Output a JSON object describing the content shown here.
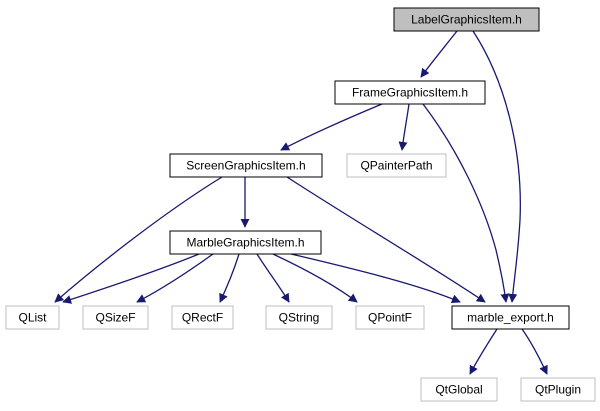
{
  "graph": {
    "nodes": {
      "label_graphics_item": {
        "label": "LabelGraphicsItem.h",
        "style": "focus"
      },
      "frame_graphics_item": {
        "label": "FrameGraphicsItem.h",
        "style": "header"
      },
      "qpainterpath": {
        "label": "QPainterPath",
        "style": "external"
      },
      "screen_graphics_item": {
        "label": "ScreenGraphicsItem.h",
        "style": "header"
      },
      "marble_graphics_item": {
        "label": "MarbleGraphicsItem.h",
        "style": "header"
      },
      "qlist": {
        "label": "QList",
        "style": "external"
      },
      "qsizef": {
        "label": "QSizeF",
        "style": "external"
      },
      "qrectf": {
        "label": "QRectF",
        "style": "external"
      },
      "qstring": {
        "label": "QString",
        "style": "external"
      },
      "qpointf": {
        "label": "QPointF",
        "style": "external"
      },
      "marble_export": {
        "label": "marble_export.h",
        "style": "header"
      },
      "qtglobal": {
        "label": "QtGlobal",
        "style": "external"
      },
      "qtplugin": {
        "label": "QtPlugin",
        "style": "external"
      }
    },
    "edges": [
      {
        "from": "label_graphics_item",
        "to": "frame_graphics_item"
      },
      {
        "from": "label_graphics_item",
        "to": "marble_export"
      },
      {
        "from": "frame_graphics_item",
        "to": "screen_graphics_item"
      },
      {
        "from": "frame_graphics_item",
        "to": "qpainterpath"
      },
      {
        "from": "frame_graphics_item",
        "to": "marble_export"
      },
      {
        "from": "screen_graphics_item",
        "to": "marble_graphics_item"
      },
      {
        "from": "screen_graphics_item",
        "to": "qlist"
      },
      {
        "from": "screen_graphics_item",
        "to": "marble_export"
      },
      {
        "from": "marble_graphics_item",
        "to": "qlist"
      },
      {
        "from": "marble_graphics_item",
        "to": "qsizef"
      },
      {
        "from": "marble_graphics_item",
        "to": "qrectf"
      },
      {
        "from": "marble_graphics_item",
        "to": "qstring"
      },
      {
        "from": "marble_graphics_item",
        "to": "qpointf"
      },
      {
        "from": "marble_graphics_item",
        "to": "marble_export"
      },
      {
        "from": "marble_export",
        "to": "qtglobal"
      },
      {
        "from": "marble_export",
        "to": "qtplugin"
      }
    ],
    "colors": {
      "edge": "#191970",
      "focus_fill": "#bfbfbf",
      "focus_stroke": "#000000",
      "header_fill": "#ffffff",
      "header_stroke": "#000000",
      "external_fill": "#ffffff",
      "external_stroke": "#bfbfbf",
      "text": "#000000",
      "external_text": "#000000"
    }
  }
}
